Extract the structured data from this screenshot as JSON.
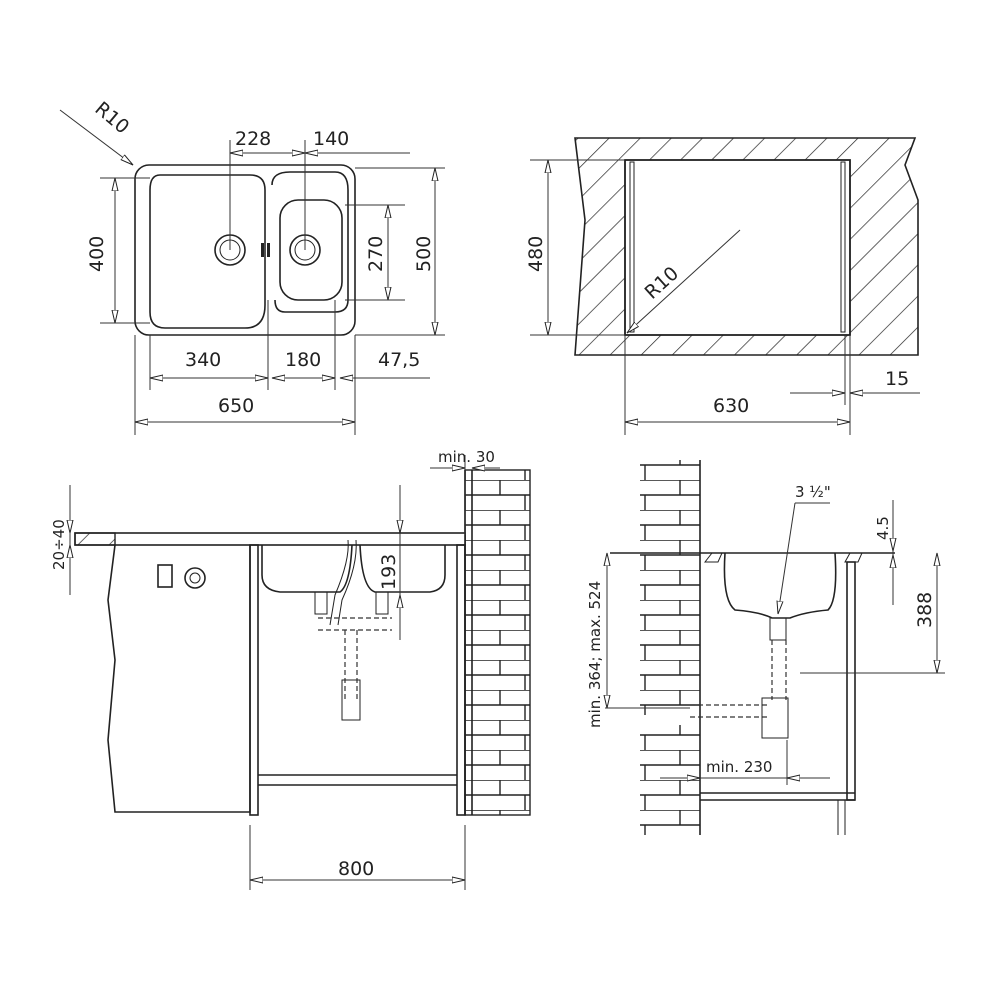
{
  "top_view": {
    "radius": "R10",
    "dim_228": "228",
    "dim_140": "140",
    "dim_400": "400",
    "dim_270": "270",
    "dim_500": "500",
    "dim_340": "340",
    "dim_180": "180",
    "dim_47_5": "47,5",
    "dim_650": "650"
  },
  "cutout_view": {
    "dim_480": "480",
    "radius": "R10",
    "dim_15": "15",
    "dim_630": "630"
  },
  "front_view": {
    "min_30": "min. 30",
    "thickness": "20÷40",
    "dim_193": "193",
    "dim_800": "800"
  },
  "side_view": {
    "drain_size": "3 ½\"",
    "dim_4_5": "4.5",
    "height_range": "min. 364;  max. 524",
    "dim_388": "388",
    "min_230": "min. 230"
  }
}
